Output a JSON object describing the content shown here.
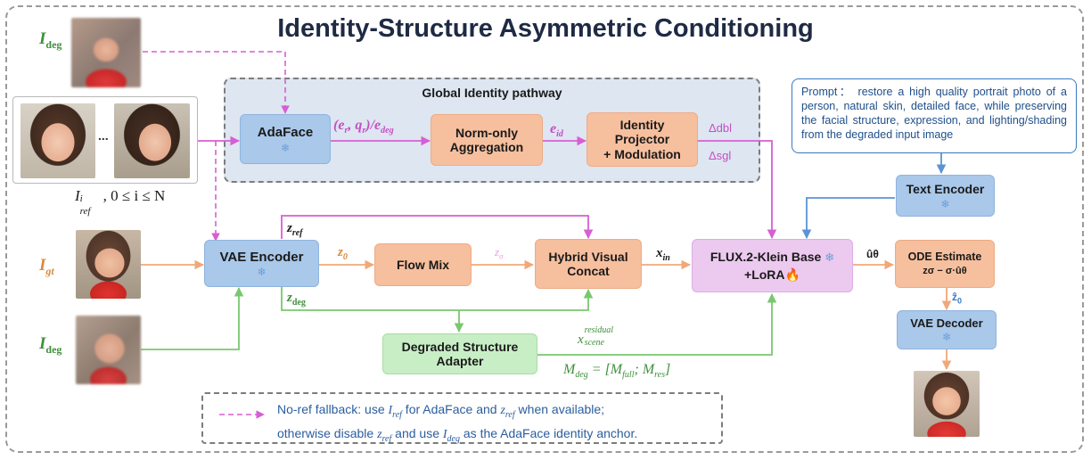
{
  "title": "Identity-Structure Asymmetric Conditioning",
  "global_pathway_label": "Global Identity pathway",
  "inputs": {
    "i_deg_top": "I",
    "i_deg_top_sub": "deg",
    "i_gt": "I",
    "i_gt_sub": "gt",
    "i_deg_bottom": "I",
    "i_deg_bottom_sub": "deg",
    "ref_caption_main": "I",
    "ref_caption_sup": "i",
    "ref_caption_sub": "ref",
    "ref_caption_rest": ", 0 ≤ i ≤ N",
    "ellipsis": "..."
  },
  "nodes": {
    "adaface": "AdaFace",
    "norm_agg_line1": "Norm-only",
    "norm_agg_line2": "Aggregation",
    "id_proj_line1": "Identity",
    "id_proj_line2": "Projector",
    "id_proj_line3": "+ Modulation",
    "vae_encoder": "VAE Encoder",
    "flow_mix": "Flow Mix",
    "hybrid_line1": "Hybrid Visual",
    "hybrid_line2": "Concat",
    "flux_line1": "FLUX.2-Klein Base",
    "flux_line2": "+LoRA",
    "dsa_line1": "Degraded Structure",
    "dsa_line2": "Adapter",
    "text_encoder": "Text Encoder",
    "ode_line1": "ODE Estimate",
    "ode_line2": "zσ − σ·ûθ",
    "vae_decoder": "VAE Decoder"
  },
  "edge_labels": {
    "er_qr": "(e",
    "er_sub": "r",
    "qr_mid": ", q",
    "qr_sub": "r",
    "edeg_mid": ")/e",
    "edeg_sub": "deg",
    "e_id": "e",
    "e_id_sub": "id",
    "delta_dbl": "Δdbl",
    "delta_sgl": "Δsgl",
    "z_ref": "z",
    "z_ref_sub": "ref",
    "z0": "z",
    "z0_sub": "0",
    "z_sigma": "z",
    "z_sigma_sub": "σ",
    "x_in": "x",
    "x_in_sub": "in",
    "z_deg": "z",
    "z_deg_sub": "deg",
    "x_scene": "x",
    "x_scene_sup": "residual",
    "x_scene_sub": "scene",
    "m_deg": "M",
    "m_deg_sub": "deg",
    "m_deg_eq": " = [M",
    "m_full_sub": "full",
    "m_sep": "; M",
    "m_res_sub": "res",
    "m_close": "]",
    "u_theta": "ûθ",
    "z_hat": "ẑ",
    "z_hat_sub": "0"
  },
  "prompt_text": "Prompt： restore a high quality portrait photo of a person, natural skin, detailed face, while preserving the facial structure, expression, and lighting/shading from the degraded input image",
  "legend": {
    "line1_a": "No-ref fallback: use ",
    "line1_iref": "I",
    "line1_iref_sub": "ref",
    "line1_b": " for AdaFace and ",
    "line1_zref": "z",
    "line1_zref_sub": "ref",
    "line1_c": " when available;",
    "line2_a": "otherwise disable ",
    "line2_zref": "z",
    "line2_zref_sub": "ref",
    "line2_b": " and use ",
    "line2_ideg": "I",
    "line2_ideg_sub": "deg",
    "line2_c": " as the AdaFace identity anchor."
  },
  "colors": {
    "pink": "#d65fd3",
    "orange": "#f0a878",
    "green": "#79c86f",
    "blue": "#5b93d3",
    "title": "#1f2a44",
    "frozen_icon": "snowflake-icon",
    "trainable_icon": "fire-icon"
  }
}
